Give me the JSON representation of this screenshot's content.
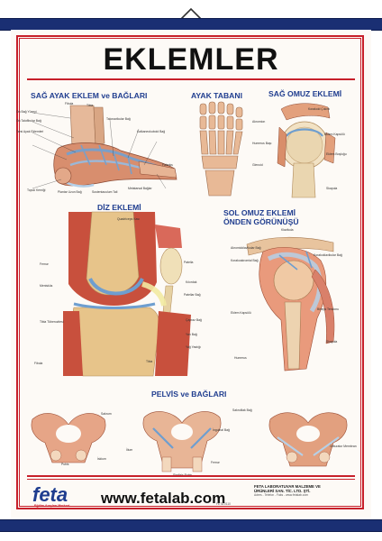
{
  "poster": {
    "title": "EKLEMLER",
    "sections": {
      "ankle": "SAĞ AYAK EKLEM ve BAĞLARI",
      "sole": "AYAK TABANI",
      "shoulder": "SAĞ OMUZ EKLEMİ",
      "knee": "DİZ EKLEMİ",
      "shoulder_front_1": "SOL OMUZ EKLEMİ",
      "shoulder_front_2": "ÖNDEN GÖRÜNÜŞÜ",
      "pelvis": "PELVİS ve BAĞLARI"
    },
    "labels": {
      "ankle": [
        "Fibula",
        "Tibia",
        "Ön Bağ Yüzeyi",
        "Ön Talofibular Bağ",
        "Tarsi Ayak Eklemleri",
        "Talonavikular Bağ",
        "Kalkaneokuboid Bağ",
        "Topuk Kemiği",
        "Plantar Uzun Bağ",
        "Sustentaculum Tali",
        "Metatarsal Bağlar",
        "Falanks"
      ],
      "knee": [
        "Quadriceps Kası",
        "Patella",
        "Patellar Bağ",
        "Tibia",
        "Fibula",
        "Femur",
        "Menisküs",
        "Kıkırdak",
        "Çapraz Bağ",
        "Yan Bağ",
        "Yağ Yastığı",
        "Tibia Tüberozitesi"
      ],
      "shoulder": [
        "Akromion",
        "Korakoid Çıkıntı",
        "Humerus Başı",
        "Eklem Kapsülü",
        "Eklem Boşluğu",
        "Glenoid",
        "Skapula"
      ],
      "shoulder_front": [
        "Klavikula",
        "Akromioklavikular Bağ",
        "Korakoakromial Bağ",
        "Korakoklavikular Bağ",
        "Humerus",
        "Eklem Kapsülü",
        "Skapula",
        "Biseps Tendonu"
      ],
      "pelvis": [
        "Sakrum",
        "İlium",
        "Pubis",
        "İskium",
        "Sakroiliak Bağ",
        "İnguinal Bağ",
        "Simfizis Pubis",
        "Femur",
        "Obturator Membran"
      ]
    },
    "footer": {
      "brand": "feta",
      "tagline": "Eğitim Araçları Merkezi",
      "website": "www.fetalab.com",
      "company_name_1": "FETA LABORATUVAR MALZEME VE",
      "company_name_2": "ÜRÜNLERİ SAN. TİC. LTD. ŞTİ.",
      "address": "Adres - Telefon - Faks - www.fetalab.com",
      "code": "FETA 0110"
    },
    "colors": {
      "frame": "#c7202a",
      "heading": "#1f3d8f",
      "rod": "#1a2f73"
    }
  }
}
